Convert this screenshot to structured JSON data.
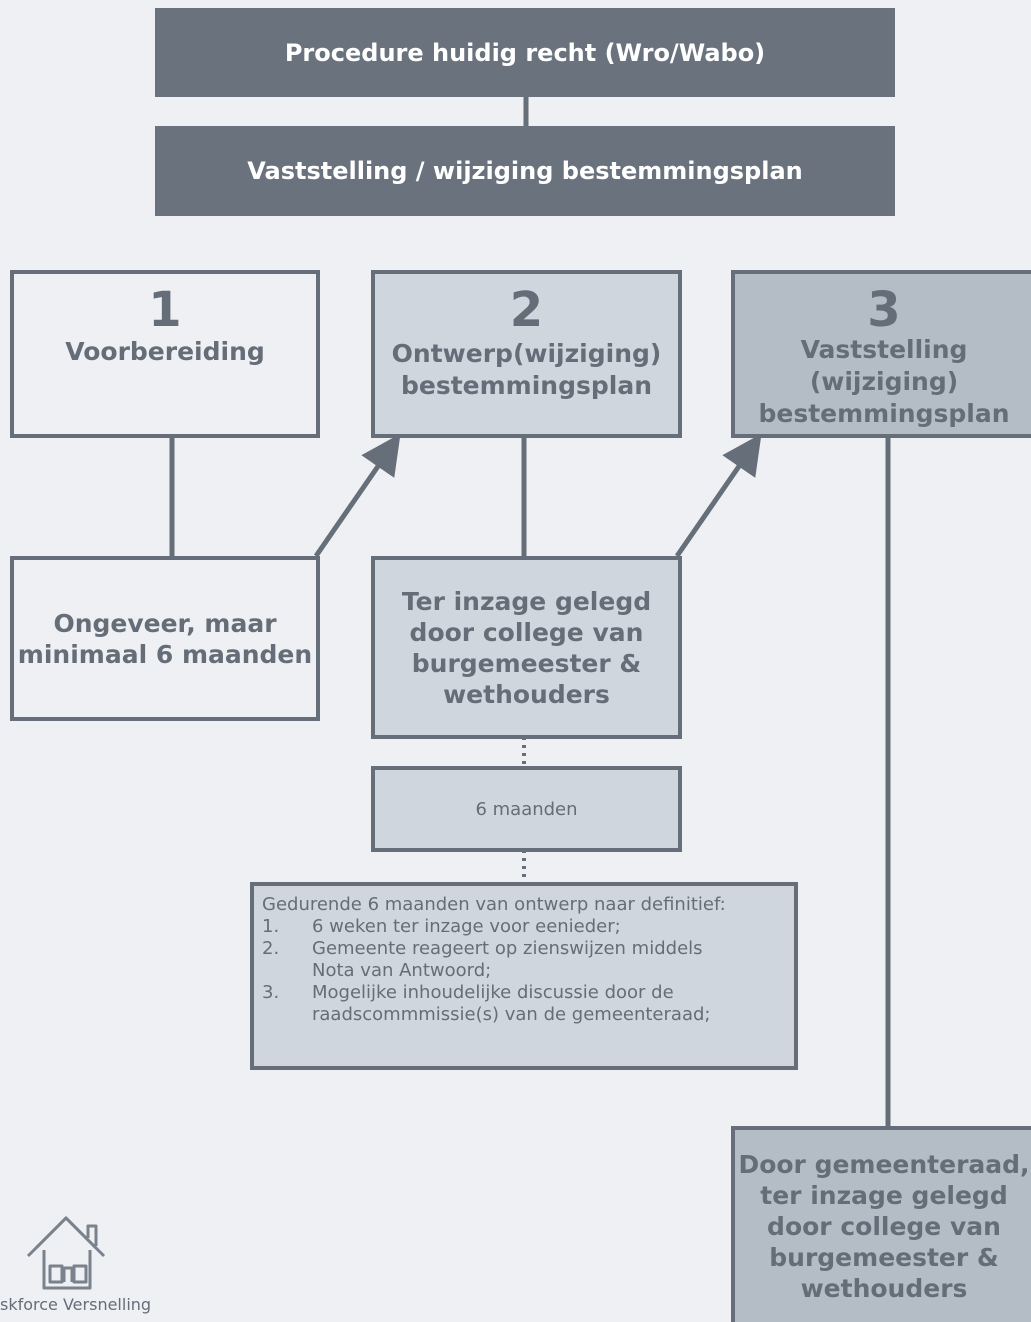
{
  "header": {
    "title": "Procedure huidig recht (Wro/Wabo)",
    "subtitle": "Vaststelling / wijziging bestemmingsplan"
  },
  "stages": [
    {
      "number": "1",
      "title": "Voorbereiding"
    },
    {
      "number": "2",
      "title_line1": "Ontwerp(wijziging)",
      "title_line2": "bestemmingsplan"
    },
    {
      "number": "3",
      "title_line1": "Vaststelling",
      "title_line2": "(wijziging)",
      "title_line3": "bestemmingsplan"
    }
  ],
  "notes": {
    "stage1": {
      "line1": "Ongeveer, maar",
      "line2": "minimaal 6 maanden"
    },
    "stage2": {
      "line1": "Ter inzage gelegd",
      "line2": "door college van",
      "line3": "burgemeester &",
      "line4": "wethouders"
    },
    "duration": "6 maanden",
    "stage3": {
      "line1": "Door gemeenteraad,",
      "line2": "ter inzage gelegd",
      "line3": "door college van",
      "line4": "burgemeester &",
      "line5": "wethouders"
    }
  },
  "details": {
    "intro": "Gedurende 6 maanden van ontwerp naar definitief:",
    "items": [
      {
        "index": "1.",
        "line1": "6 weken ter inzage voor eenieder;"
      },
      {
        "index": "2.",
        "line1": "Gemeente reageert op zienswijzen middels",
        "line2": "Nota van Antwoord;"
      },
      {
        "index": "3.",
        "line1": "Mogelijke inhoudelijke discussie door de",
        "line2": "raadscommmissie(s) van de gemeenteraad;"
      }
    ]
  },
  "logo": {
    "text": "skforce Versnelling",
    "icon": "house-icon"
  },
  "colors": {
    "background": "#eef0f3",
    "header": "#6a727e",
    "stage1": "#eef0f3",
    "stage2": "#d0d6de",
    "stage3": "#b4bcc6",
    "border": "#666e7a",
    "text": "#656d78"
  }
}
